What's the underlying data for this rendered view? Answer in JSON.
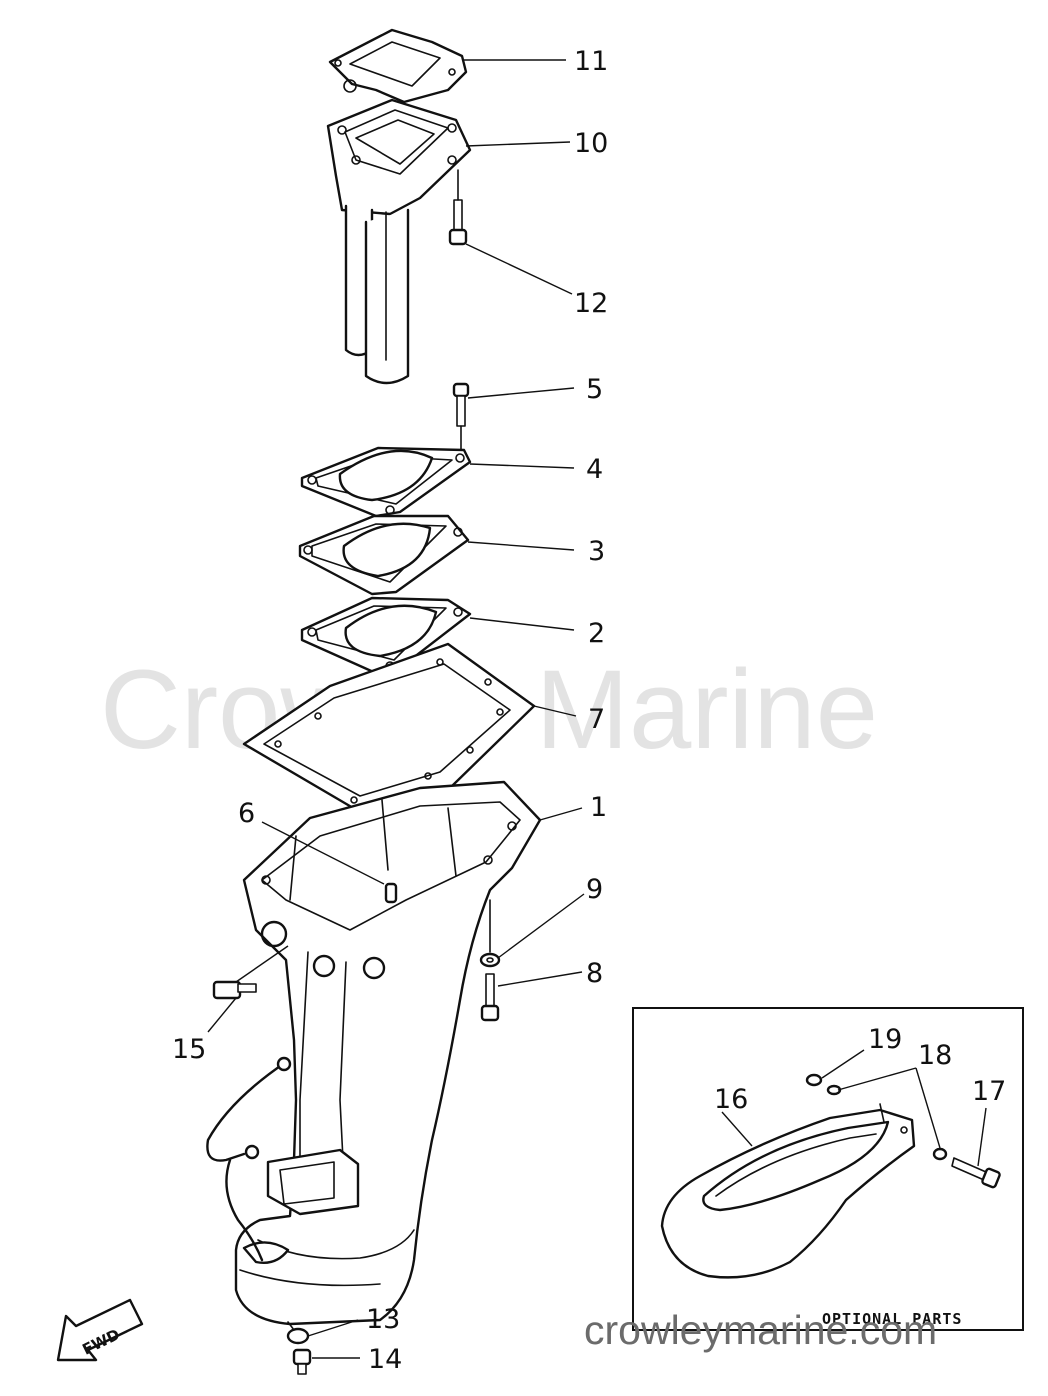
{
  "watermark": "Crowley Marine",
  "site_url": "crowleymarine.com",
  "fwd_label": "FWD",
  "optional_box": {
    "title": "OPTIONAL PARTS"
  },
  "callouts": {
    "c1": "1",
    "c2": "2",
    "c3": "3",
    "c4": "4",
    "c5": "5",
    "c6": "6",
    "c7": "7",
    "c8": "8",
    "c9": "9",
    "c10": "10",
    "c11": "11",
    "c12": "12",
    "c13": "13",
    "c14": "14",
    "c15": "15",
    "c16": "16",
    "c17": "17",
    "c18": "18",
    "c19": "19"
  }
}
